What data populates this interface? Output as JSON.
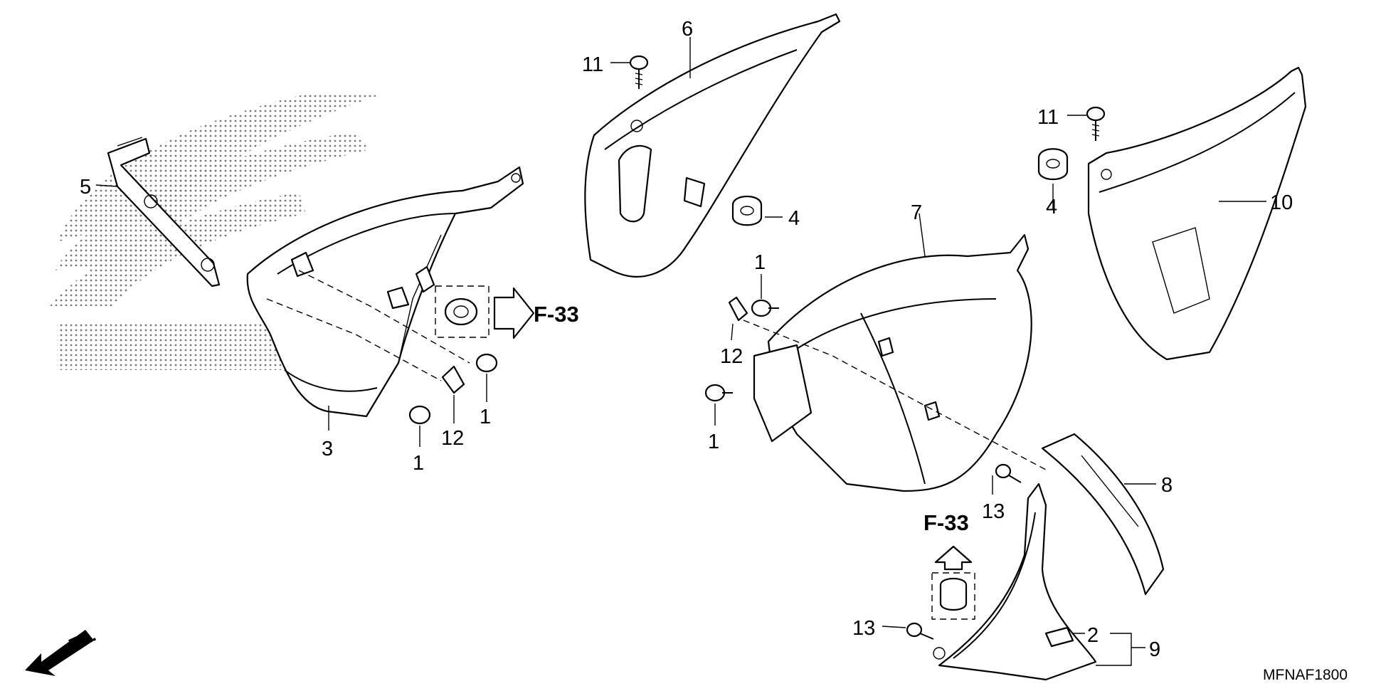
{
  "diagram": {
    "code": "MFNAF1800",
    "front_label": "FR.",
    "references": [
      {
        "id": "ref-left",
        "text": "F-33"
      },
      {
        "id": "ref-lower",
        "text": "F-33"
      }
    ],
    "callouts": [
      {
        "id": "c-11-a",
        "text": "11"
      },
      {
        "id": "c-6",
        "text": "6"
      },
      {
        "id": "c-11-b",
        "text": "11"
      },
      {
        "id": "c-5",
        "text": "5"
      },
      {
        "id": "c-4-a",
        "text": "4"
      },
      {
        "id": "c-7",
        "text": "7"
      },
      {
        "id": "c-4-b",
        "text": "4"
      },
      {
        "id": "c-10",
        "text": "10"
      },
      {
        "id": "c-1-a",
        "text": "1"
      },
      {
        "id": "c-12-a",
        "text": "12"
      },
      {
        "id": "c-1-b",
        "text": "1"
      },
      {
        "id": "c-12-b",
        "text": "12"
      },
      {
        "id": "c-3",
        "text": "3"
      },
      {
        "id": "c-1-c",
        "text": "1"
      },
      {
        "id": "c-1-d",
        "text": "1"
      },
      {
        "id": "c-13-a",
        "text": "13"
      },
      {
        "id": "c-8",
        "text": "8"
      },
      {
        "id": "c-13-b",
        "text": "13"
      },
      {
        "id": "c-2",
        "text": "2"
      },
      {
        "id": "c-9",
        "text": "9"
      }
    ]
  }
}
